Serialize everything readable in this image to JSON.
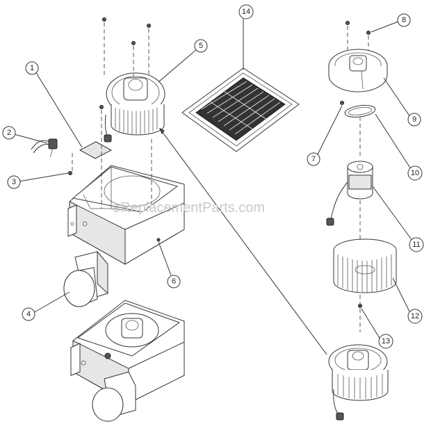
{
  "watermark": "eReplacementParts.com",
  "callouts": [
    "1",
    "2",
    "3",
    "4",
    "5",
    "6",
    "7",
    "8",
    "9",
    "10",
    "11",
    "12",
    "13",
    "14"
  ]
}
